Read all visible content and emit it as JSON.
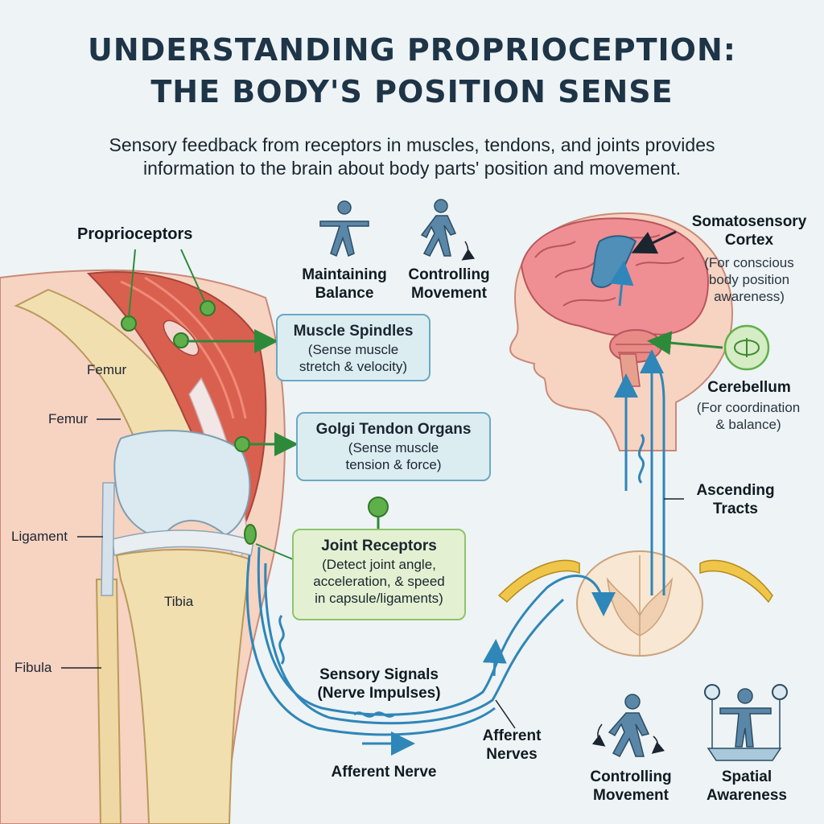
{
  "title_line1": "UNDERSTANDING PROPRIOCEPTION:",
  "title_line2": "THE BODY'S POSITION SENSE",
  "subtitle_line1": "Sensory feedback from receptors in muscles, tendons, and joints provides",
  "subtitle_line2": "information to the brain about body parts' position and movement.",
  "knee": {
    "proprioceptors": "Proprioceptors",
    "femur_inner": "Femur",
    "femur_outer": "Femur",
    "ligament": "Ligament",
    "tibia": "Tibia",
    "fibula": "Fibula"
  },
  "top_icons": {
    "balance_line1": "Maintaining",
    "balance_line2": "Balance",
    "movement_line1": "Controlling",
    "movement_line2": "Movement"
  },
  "receptors": {
    "spindles": {
      "title": "Muscle Spindles",
      "line1": "(Sense muscle",
      "line2": "stretch & velocity)"
    },
    "golgi": {
      "title": "Golgi Tendon Organs",
      "line1": "(Sense muscle",
      "line2": "tension & force)"
    },
    "joint": {
      "title": "Joint Receptors",
      "line1": "(Detect joint angle,",
      "line2": "acceleration, & speed",
      "line3": "in capsule/ligaments)"
    }
  },
  "brain": {
    "cortex_line1": "Somatosensory",
    "cortex_line2": "Cortex",
    "cortex_note1": "(For conscious",
    "cortex_note2": "body position",
    "cortex_note3": "awareness)",
    "cerebellum": "Cerebellum",
    "cerebellum_note1": "(For coordination",
    "cerebellum_note2": "& balance)",
    "tracts_line1": "Ascending",
    "tracts_line2": "Tracts"
  },
  "signals": {
    "sensory_line1": "Sensory Signals",
    "sensory_line2": "(Nerve Impulses)",
    "afferent_nerve": "Afferent Nerve",
    "afferent_nerves_line1": "Afferent",
    "afferent_nerves_line2": "Nerves"
  },
  "bottom_icons": {
    "movement_line1": "Controlling",
    "movement_line2": "Movement",
    "spatial_line1": "Spatial",
    "spatial_line2": "Awareness"
  },
  "colors": {
    "nerve": "#2f86b8",
    "receptor": "#5fb04a",
    "muscle": "#d9604f",
    "bone": "#f2dfb0",
    "brain": "#ef8f93",
    "cortex": "#4f8fb8"
  }
}
